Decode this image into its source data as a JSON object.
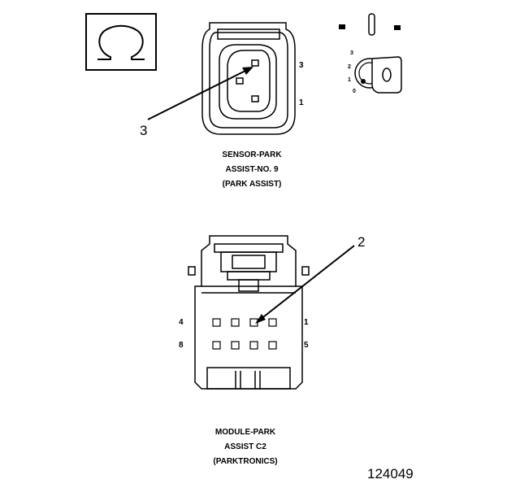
{
  "callouts": {
    "sensor": "3",
    "module": "2"
  },
  "sensor": {
    "caption": [
      "SENSOR-PARK",
      "ASSIST-NO. 9",
      "(PARK ASSIST)"
    ],
    "pins": [
      "3",
      "1"
    ]
  },
  "module": {
    "caption": [
      "MODULE-PARK",
      "ASSIST C2",
      "(PARKTRONICS)"
    ],
    "pins": {
      "top_left": "4",
      "top_right": "1",
      "bottom_left": "8",
      "bottom_right": "5"
    }
  },
  "key_positions": [
    "3",
    "2",
    "1",
    "0"
  ],
  "figure_number": "124049",
  "icons": [
    "omega-symbol-icon",
    "ignition-key-icon"
  ]
}
